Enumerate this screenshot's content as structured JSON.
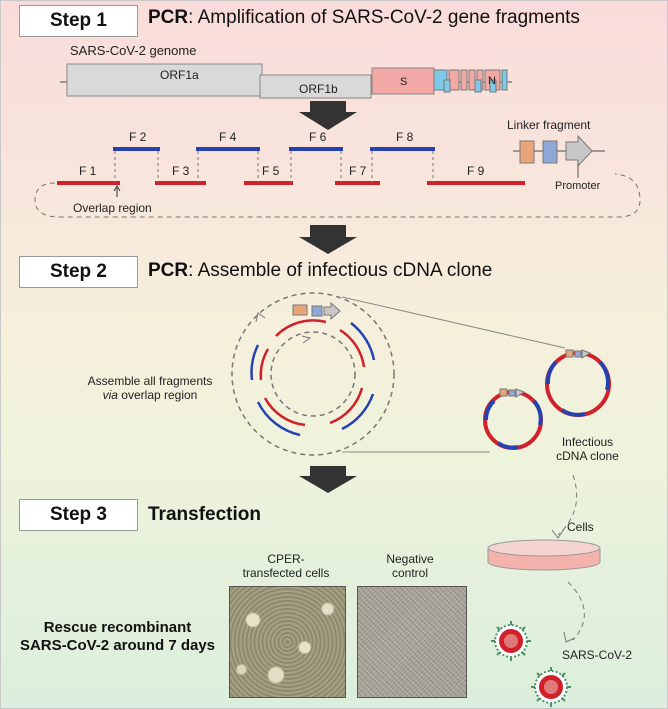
{
  "step1": {
    "box": "Step 1",
    "title_bold": "PCR",
    "title_rest": ": Amplification of SARS-CoV-2 gene fragments"
  },
  "step2": {
    "box": "Step 2",
    "title_bold": "PCR",
    "title_rest": ": Assemble of infectious cDNA clone"
  },
  "step3": {
    "box": "Step 3",
    "title_bold": "Transfection"
  },
  "genome": {
    "label": "SARS-CoV-2 genome",
    "orf1a": "ORF1a",
    "orf1b": "ORF1b",
    "s": "S",
    "n": "N"
  },
  "fragments": [
    "F 1",
    "F 2",
    "F 3",
    "F 4",
    "F 5",
    "F 6",
    "F 7",
    "F 8",
    "F 9"
  ],
  "linker_fragment": "Linker fragment",
  "promoter": "Promoter",
  "overlap_region": "Overlap region",
  "assemble": {
    "line1": "Assemble all fragments",
    "line2_italic": "via",
    "line2_rest": " overlap region"
  },
  "clone": {
    "line1": "Infectious",
    "line2": "cDNA clone"
  },
  "cells": "Cells",
  "cper": {
    "line1": "CPER-",
    "line2": "transfected cells"
  },
  "negative": {
    "line1": "Negative",
    "line2": "control"
  },
  "rescue": {
    "line1": "Rescue recombinant",
    "line2": "SARS-CoV-2 around 7 days"
  },
  "virus_label": "SARS-CoV-2",
  "colors": {
    "red": "#d0202a",
    "blue": "#2442b0",
    "orf": "#d9d9d9",
    "s_gene": "#f2a9a5",
    "accessory": "#7ec8e8",
    "orange": "#e8a57a",
    "plasmid_blue": "#8fa8d8"
  }
}
